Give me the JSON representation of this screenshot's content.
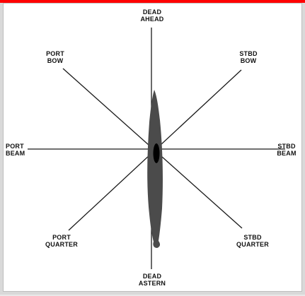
{
  "diagram": {
    "labels": {
      "dead_ahead": "DEAD\nAHEAD",
      "port_bow": "PORT\nBOW",
      "stbd_bow": "STBD\nBOW",
      "port_beam": "PORT\nBEAM",
      "stbd_beam": "STBD\nBEAM",
      "port_quarter": "PORT\nQUARTER",
      "stbd_quarter": "STBD\nQUARTER",
      "dead_astern": "DEAD\nASTERN"
    },
    "colors": {
      "accent": "#ff0000",
      "line": "#1a1a1a",
      "ship_fill": "#4b4b4b",
      "ship_dark": "#000000",
      "background": "#ffffff",
      "outer_bg": "#d9d9d9"
    }
  }
}
